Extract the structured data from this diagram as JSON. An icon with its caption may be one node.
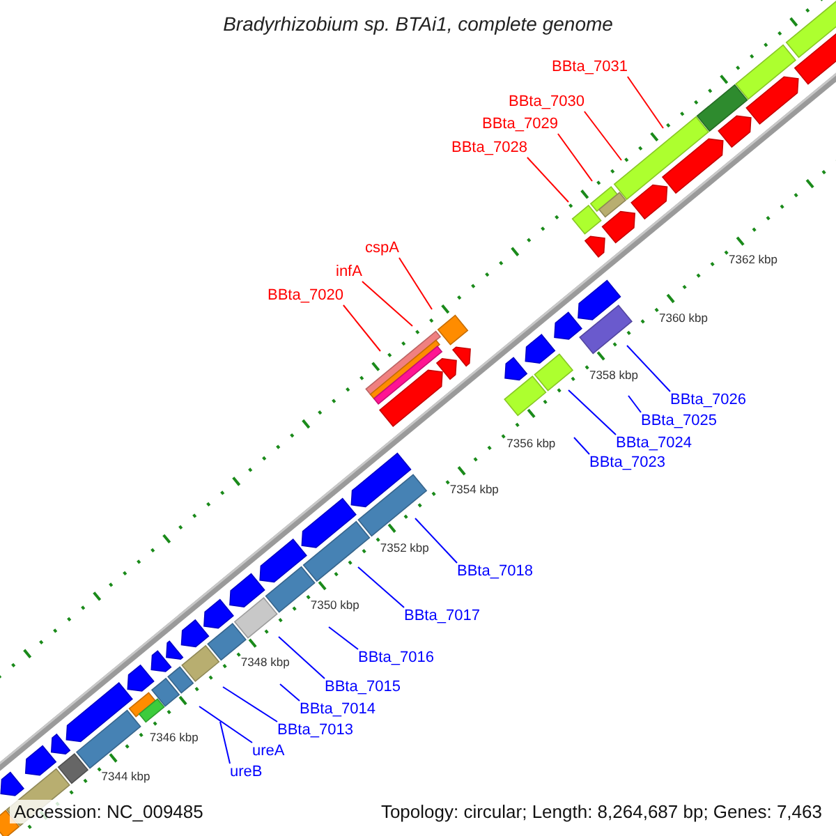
{
  "diagram": {
    "title": "Bradyrhizobium sp. BTAi1, complete genome",
    "nodes": [
      {
        "text": [
          "BBta_7031"
        ]
      },
      {
        "text": [
          "BBta_7030"
        ]
      },
      {
        "text": [
          "BBta_7029"
        ]
      },
      {
        "text": [
          "BBta_7028"
        ]
      },
      {
        "text": [
          "cspA"
        ]
      },
      {
        "text": [
          "infA"
        ]
      },
      {
        "text": [
          "BBta_7020"
        ]
      },
      {
        "text": [
          "BBta_7026"
        ]
      },
      {
        "text": [
          "BBta_7025"
        ]
      },
      {
        "text": [
          "BBta_7024"
        ]
      },
      {
        "text": [
          "BBta_7023"
        ]
      },
      {
        "text": [
          "BBta_7018"
        ]
      },
      {
        "text": [
          "BBta_7017"
        ]
      },
      {
        "text": [
          "BBta_7016"
        ]
      },
      {
        "text": [
          "BBta_7015"
        ]
      },
      {
        "text": [
          "BBta_7014"
        ]
      },
      {
        "text": [
          "BBta_7013"
        ]
      },
      {
        "text": [
          "ureA"
        ]
      },
      {
        "text": [
          "ureB"
        ]
      }
    ],
    "edges": [
      {
        "from": 0,
        "to": null,
        "arrow": "none",
        "color": "#ff0000"
      },
      {
        "from": 1,
        "to": null,
        "arrow": "none",
        "color": "#ff0000"
      },
      {
        "from": 2,
        "to": null,
        "arrow": "none",
        "color": "#ff0000"
      },
      {
        "from": 3,
        "to": null,
        "arrow": "none",
        "color": "#ff0000"
      },
      {
        "from": 4,
        "to": null,
        "arrow": "none",
        "color": "#ff0000"
      },
      {
        "from": 5,
        "to": null,
        "arrow": "none",
        "color": "#ff0000"
      },
      {
        "from": 6,
        "to": null,
        "arrow": "none",
        "color": "#ff0000"
      },
      {
        "from": 7,
        "to": null,
        "arrow": "none"
      },
      {
        "from": 8,
        "to": null,
        "arrow": "none"
      },
      {
        "from": 9,
        "to": null,
        "arrow": "none"
      },
      {
        "from": 10,
        "to": null,
        "arrow": "none"
      },
      {
        "from": 11,
        "to": null,
        "arrow": "none"
      },
      {
        "from": 12,
        "to": null,
        "arrow": "none"
      },
      {
        "from": 13,
        "to": null,
        "arrow": "none"
      },
      {
        "from": 14,
        "to": null,
        "arrow": "none"
      },
      {
        "from": 15,
        "to": null,
        "arrow": "none"
      },
      {
        "from": 16,
        "to": null,
        "arrow": "none"
      },
      {
        "from": 17,
        "to": null,
        "arrow": "none"
      },
      {
        "from": 18,
        "to": null,
        "arrow": "none"
      }
    ],
    "labels": [
      "7362 kbp",
      "7360 kbp",
      "7358 kbp",
      "7356 kbp",
      "7354 kbp",
      "7352 kbp",
      "7350 kbp",
      "7348 kbp",
      "7346 kbp",
      "7344 kbp",
      "Accession: NC_009485",
      "Topology: circular; Length: 8,264,687 bp; Genes: 7,463"
    ]
  }
}
